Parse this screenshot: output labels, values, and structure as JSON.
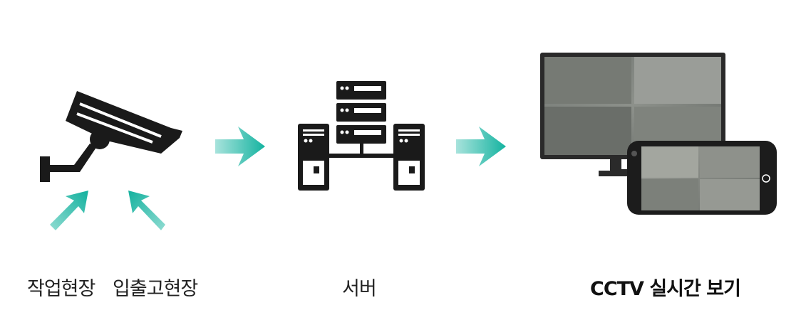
{
  "labels": {
    "camera_site_1": "작업현장",
    "camera_site_2": "입출고현장",
    "server": "서버",
    "viewer": "CCTV 실시간 보기"
  },
  "colors": {
    "icon_dark": "#1a1a1a",
    "accent_teal": "#1fb8a6",
    "screen_bezel": "#2a2a2a"
  },
  "icons": {
    "camera": "cctv-camera-icon",
    "server": "server-icon",
    "monitor": "monitor-icon",
    "phone": "smartphone-icon"
  }
}
